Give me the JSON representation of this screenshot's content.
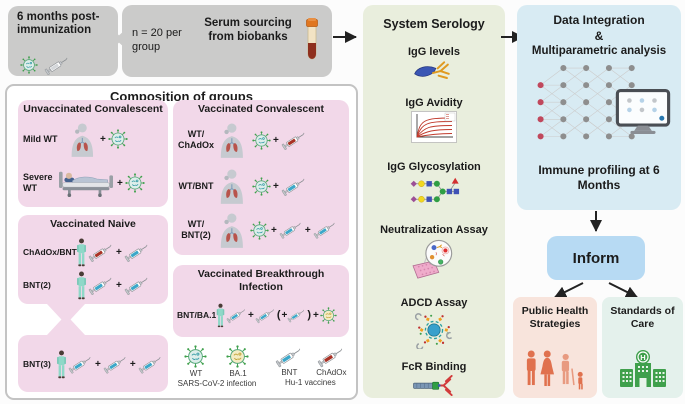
{
  "colors": {
    "gray_box": "#cbcbca",
    "group_pink": "#f2d8e9",
    "serology_green": "#e9eedd",
    "integration_blue": "#d8ebf3",
    "inform_blue": "#b7daf3",
    "public_health_salmon": "#f8e4dc",
    "standards_mint": "#e4f1ec",
    "virus_green": "#3fa04c",
    "bnt_blue": "#3ba7c9",
    "chadox_red": "#a93226"
  },
  "top": {
    "timepoint": {
      "label": "6 months post-immunization",
      "icons": [
        "coronavirus-icon",
        "syringe-icon"
      ]
    },
    "cohort": {
      "n_label": "n = 20 per group",
      "serum_label": "Serum sourcing from biobanks",
      "icon": "serum-tube-icon"
    }
  },
  "composition": {
    "title": "Composition of groups",
    "plus": "+",
    "paren_open": "(",
    "paren_close": ")",
    "unvaccinated_convalescent": {
      "title": "Unvaccinated Convalescent",
      "rows": [
        {
          "label_lines": [
            "Mild WT"
          ],
          "icons": [
            "convalescent-person-icon",
            "wt-virus-icon"
          ]
        },
        {
          "label_lines": [
            "Severe",
            "WT"
          ],
          "icons": [
            "hospital-bed-icon",
            "wt-virus-icon"
          ]
        }
      ]
    },
    "vaccinated_naive": {
      "title": "Vaccinated Naive",
      "rows": [
        {
          "label_lines": [
            "ChAdOx/BNT"
          ],
          "icons": [
            "person-icon",
            "chadox-syringe-icon",
            "bnt-syringe-icon"
          ]
        },
        {
          "label_lines": [
            "BNT(2)"
          ],
          "icons": [
            "person-icon",
            "bnt-syringe-icon",
            "bnt-syringe-icon"
          ]
        },
        {
          "label_lines": [
            "BNT(3)"
          ],
          "icons": [
            "person-icon",
            "bnt-syringe-icon",
            "bnt-syringe-icon",
            "bnt-syringe-icon"
          ]
        }
      ]
    },
    "vaccinated_convalescent": {
      "title": "Vaccinated Convalescent",
      "rows": [
        {
          "label_lines": [
            "WT/",
            "ChAdOx"
          ],
          "icons": [
            "convalescent-person-icon",
            "wt-virus-icon",
            "chadox-syringe-icon"
          ]
        },
        {
          "label_lines": [
            "WT/BNT"
          ],
          "icons": [
            "convalescent-person-icon",
            "wt-virus-icon",
            "bnt-syringe-icon"
          ]
        },
        {
          "label_lines": [
            "WT/",
            "BNT(2)"
          ],
          "icons": [
            "convalescent-person-icon",
            "wt-virus-icon",
            "bnt-syringe-icon",
            "bnt-syringe-icon"
          ]
        }
      ]
    },
    "vaccinated_breakthrough": {
      "title": "Vaccinated Breakthrough Infection",
      "rows": [
        {
          "label_lines": [
            "BNT/BA.1"
          ],
          "icons": [
            "person-icon",
            "bnt-syringe-icon",
            "bnt-syringe-icon",
            "bnt-syringe-icon",
            "ba1-virus-icon"
          ]
        }
      ]
    },
    "legend": {
      "wt_label": "WT",
      "ba1_label": "BA.1",
      "bnt_label": "BNT",
      "chadox_label": "ChAdOx",
      "infection_caption": "SARS-CoV-2 infection",
      "vaccines_caption": "Hu-1 vaccines"
    }
  },
  "serology": {
    "title": "System Serology",
    "items": [
      {
        "label": "IgG levels",
        "icon": "igg-antibody-icon"
      },
      {
        "label": "IgG Avidity",
        "icon": "binding-curves-icon"
      },
      {
        "label": "IgG Glycosylation",
        "icon": "glycan-structure-icon"
      },
      {
        "label": "Neutralization Assay",
        "icon": "assay-plate-magnifier-icon"
      },
      {
        "label": "ADCD Assay",
        "icon": "complement-deposition-icon"
      },
      {
        "label": "FcR Binding",
        "icon": "fc-receptor-antibody-icon"
      }
    ]
  },
  "integration": {
    "title_line1": "Data Integration",
    "title_line2": "&",
    "title_line3": "Multiparametric analysis",
    "profiling_label": "Immune profiling at 6 Months",
    "icons": [
      "neural-network-icon",
      "monitor-icon"
    ]
  },
  "outcomes": {
    "inform_label": "Inform",
    "public_health": {
      "label": "Public Health Strategies",
      "icon": "family-icon"
    },
    "standards_of_care": {
      "label": "Standards of Care",
      "icon": "hospital-icon"
    }
  }
}
